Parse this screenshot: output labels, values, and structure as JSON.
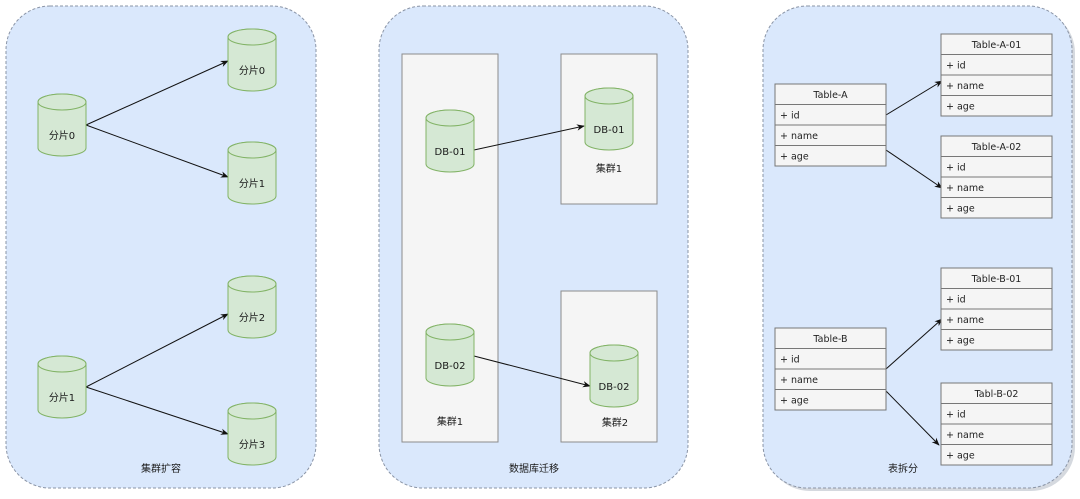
{
  "panels": [
    {
      "title": "集群扩容",
      "nodes": [
        "分片0",
        "分片1",
        "分片0",
        "分片1",
        "分片2",
        "分片3"
      ],
      "edges": [
        {
          "from": "分片0",
          "to": "分片0"
        },
        {
          "from": "分片0",
          "to": "分片1"
        },
        {
          "from": "分片1",
          "to": "分片2"
        },
        {
          "from": "分片1",
          "to": "分片3"
        }
      ]
    },
    {
      "title": "数据库迁移",
      "clusters": [
        "集群1",
        "集群1",
        "集群2"
      ],
      "nodes": [
        "DB-01",
        "DB-02",
        "DB-01",
        "DB-02"
      ],
      "edges": [
        {
          "from": "DB-01",
          "to": "DB-01"
        },
        {
          "from": "DB-02",
          "to": "DB-02"
        }
      ]
    },
    {
      "title": "表拆分",
      "tables": [
        {
          "name": "Table-A",
          "fields": [
            "+ id",
            "+ name",
            "+ age"
          ]
        },
        {
          "name": "Table-A-01",
          "fields": [
            "+ id",
            "+ name",
            "+ age"
          ]
        },
        {
          "name": "Table-A-02",
          "fields": [
            "+ id",
            "+ name",
            "+ age"
          ]
        },
        {
          "name": "Table-B",
          "fields": [
            "+ id",
            "+ name",
            "+ age"
          ]
        },
        {
          "name": "Table-B-01",
          "fields": [
            "+ id",
            "+ name",
            "+ age"
          ]
        },
        {
          "name": "Tabl-B-02",
          "fields": [
            "+ id",
            "+ name",
            "+ age"
          ]
        }
      ],
      "edges": [
        {
          "from": "Table-A",
          "to": "Table-A-01"
        },
        {
          "from": "Table-A",
          "to": "Table-A-02"
        },
        {
          "from": "Table-B",
          "to": "Table-B-01"
        },
        {
          "from": "Table-B",
          "to": "Tabl-B-02"
        }
      ]
    }
  ],
  "colors": {
    "panel_fill": "#dae8fc",
    "cylinder_fill": "#d5e8d4",
    "cylinder_stroke": "#82b366",
    "box_fill": "#f5f5f5"
  }
}
